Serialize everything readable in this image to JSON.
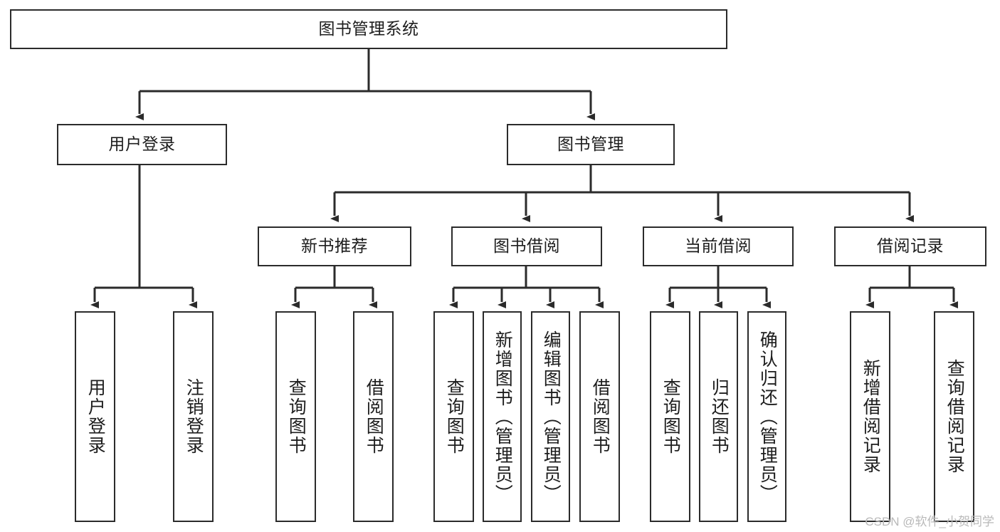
{
  "diagram": {
    "title": "图书管理系统",
    "watermark": "CSDN @软件_小贺同学",
    "stroke_color": "#2b2b2b",
    "fill_color": "#ffffff",
    "text_color": "#1d1d1d",
    "background": "#ffffff",
    "nodes": {
      "root": {
        "label": "图书管理系统"
      },
      "l2": [
        {
          "label": "用户登录"
        },
        {
          "label": "图书管理"
        }
      ],
      "l3": [
        {
          "label": "新书推荐"
        },
        {
          "label": "图书借阅"
        },
        {
          "label": "当前借阅"
        },
        {
          "label": "借阅记录"
        }
      ],
      "leaves": [
        {
          "label": "用户登录"
        },
        {
          "label": "注销登录"
        },
        {
          "label": "查询图书"
        },
        {
          "label": "借阅图书"
        },
        {
          "label": "查询图书"
        },
        {
          "label": "新增图书（管理员）"
        },
        {
          "label": "编辑图书（管理员）"
        },
        {
          "label": "借阅图书"
        },
        {
          "label": "查询图书"
        },
        {
          "label": "归还图书"
        },
        {
          "label": "确认归还（管理员）"
        },
        {
          "label": "新增借阅记录"
        },
        {
          "label": "查询借阅记录"
        }
      ]
    }
  }
}
